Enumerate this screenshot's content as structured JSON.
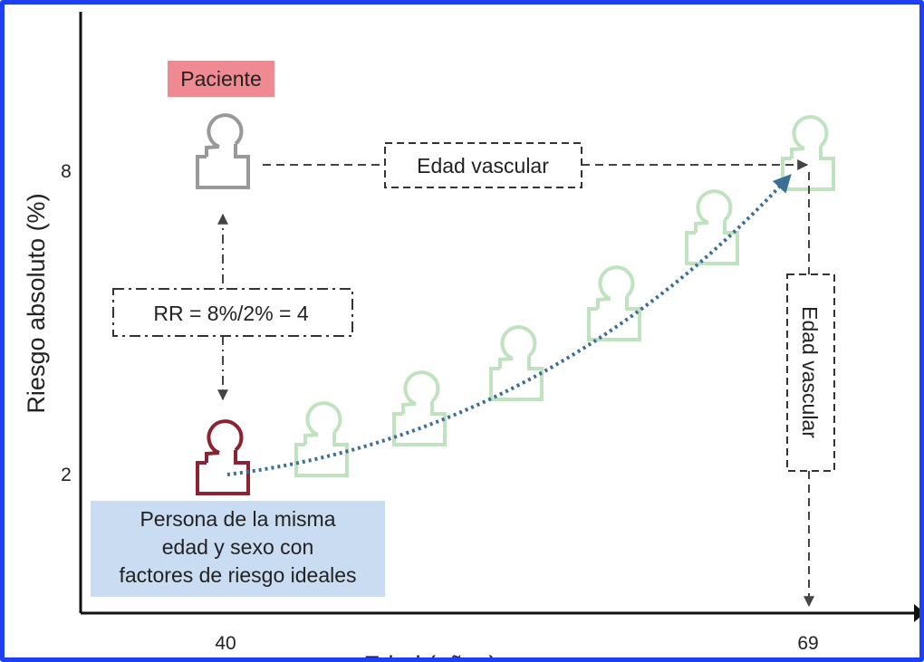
{
  "axes": {
    "y_label": "Riesgo absoluto (%)",
    "x_label": "Edad (años)",
    "y_ticks": [
      "8",
      "2"
    ],
    "x_ticks": [
      "40",
      "69"
    ]
  },
  "labels": {
    "paciente": "Paciente",
    "edad_vascular_horizontal": "Edad vascular",
    "edad_vascular_vertical": "Edad vascular",
    "rr": "RR = 8%/2% = 4",
    "persona_lines": [
      "Persona de la misma",
      "edad y sexo con",
      "factores de riesgo ideales"
    ]
  },
  "icons": {
    "patient": "person-icon",
    "ideal_person": "person-icon",
    "trajectory": "person-icon"
  },
  "colors": {
    "frame": "#1f3ff5",
    "paciente_highlight": "#ef8a93",
    "persona_highlight": "#c9dcf2",
    "patient_icon": "#999999",
    "ideal_icon": "#8b2332",
    "trajectory_icon": "#bfe3bf",
    "curve": "#3b6f96",
    "arrows": "#444444"
  }
}
